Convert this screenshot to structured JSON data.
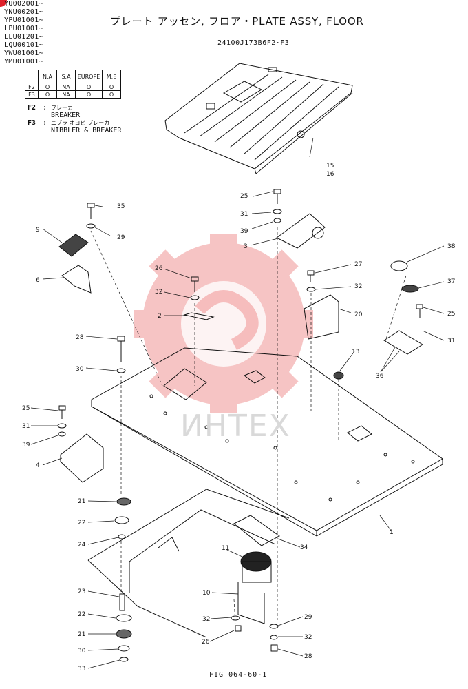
{
  "serials": [
    "YU002001~",
    "YNU00201~",
    "YPU01001~",
    "LPU01001~",
    "LLU01201~",
    "LQU00101~",
    "YWU01001~",
    "YMU01001~"
  ],
  "title": "プレート アッセン, フロア・PLATE ASSY, FLOOR",
  "part_number": "24100J173B6F2·F3",
  "application_table": {
    "headers": [
      "",
      "N.A",
      "S.A",
      "EUROPE",
      "M.E"
    ],
    "rows": [
      [
        "F2",
        "O",
        "NA",
        "O",
        "O"
      ],
      [
        "F3",
        "O",
        "NA",
        "O",
        "O"
      ]
    ]
  },
  "legend": [
    {
      "key": "F2",
      "jp": "ブレーカ",
      "en": "BREAKER"
    },
    {
      "key": "F3",
      "jp": "ニブラ オヨビ ブレーカ",
      "en": "NIBBLER & BREAKER"
    }
  ],
  "callouts": [
    "15",
    "16",
    "25",
    "31",
    "39",
    "3",
    "35",
    "29",
    "9",
    "6",
    "26",
    "32",
    "2",
    "27",
    "32",
    "20",
    "38",
    "37",
    "25",
    "31",
    "36",
    "13",
    "28",
    "30",
    "25",
    "31",
    "39",
    "4",
    "21",
    "22",
    "24",
    "23",
    "22",
    "21",
    "30",
    "33",
    "1",
    "34",
    "11",
    "10",
    "32",
    "26",
    "29",
    "32",
    "28"
  ],
  "watermark": "ИНТЕХ",
  "figure_label": "FIG 064-60-1",
  "colors": {
    "ink": "#111111",
    "watermark_red": "#f2a5a5",
    "watermark_grey": "#d9d9d9",
    "badge": "#e0202a"
  }
}
